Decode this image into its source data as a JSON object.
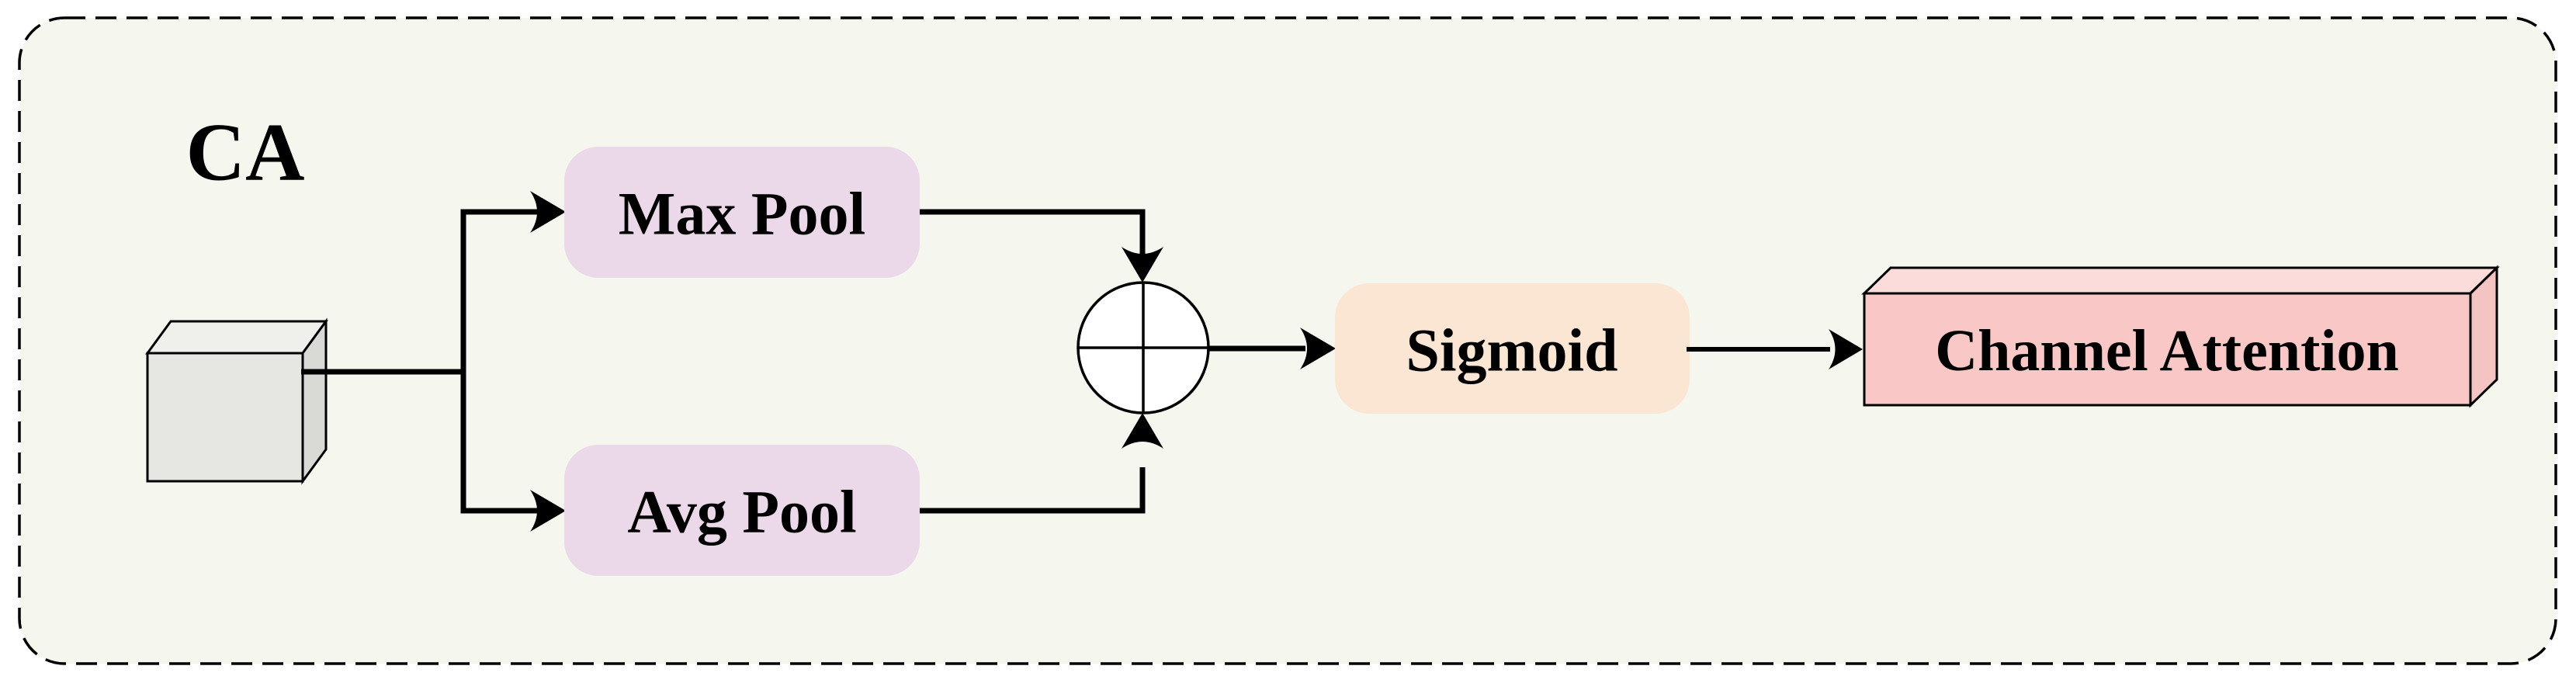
{
  "diagram": {
    "title": "CA",
    "module_name": "Channel Attention module",
    "nodes": {
      "input": {
        "name": "input-feature-cube"
      },
      "max_pool": {
        "label": "Max Pool"
      },
      "avg_pool": {
        "label": "Avg Pool"
      },
      "add": {
        "name": "elementwise-add",
        "symbol": "circle-plus"
      },
      "sigmoid": {
        "label": "Sigmoid"
      },
      "channel_attention": {
        "label": "Channel Attention"
      }
    },
    "edges": [
      {
        "from": "input",
        "to": "max_pool"
      },
      {
        "from": "input",
        "to": "avg_pool"
      },
      {
        "from": "max_pool",
        "to": "add"
      },
      {
        "from": "avg_pool",
        "to": "add"
      },
      {
        "from": "add",
        "to": "sigmoid"
      },
      {
        "from": "sigmoid",
        "to": "channel_attention"
      }
    ],
    "colors": {
      "background": "#F5F7EF",
      "border": "#000000",
      "line": "#000000",
      "pool_fill": "#EBD8E8",
      "sigmoid_fill": "#FAE6D2",
      "attention_front": "#F9C7C5",
      "attention_top": "#FBDCDA",
      "attention_side": "#F4C4C2",
      "cube_front": "#E6E6E2",
      "cube_top": "#EFEFEC",
      "cube_side": "#D9D9D5",
      "add_fill": "#FFFFFF"
    }
  }
}
